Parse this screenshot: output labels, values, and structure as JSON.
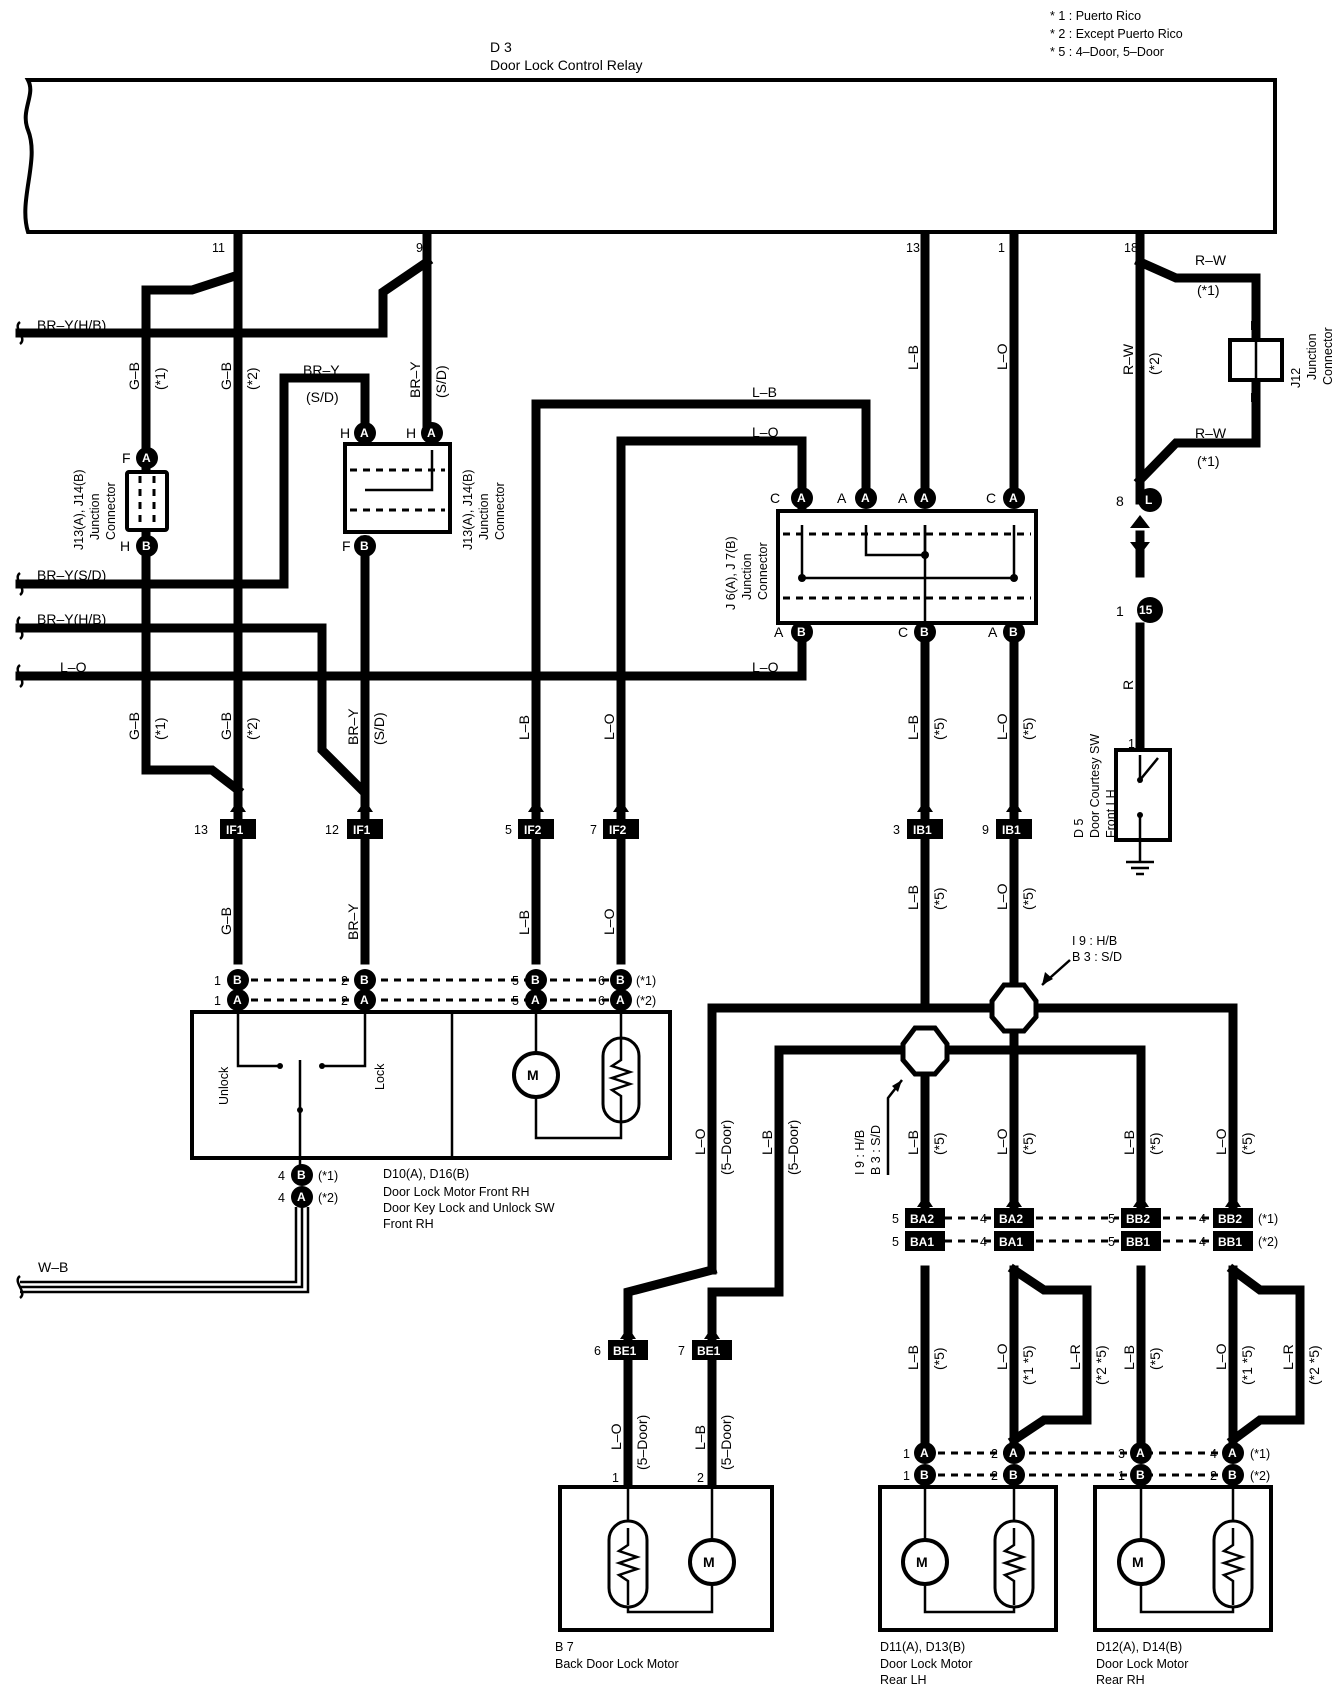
{
  "notes": [
    "* 1 : Puerto Rico",
    "* 2 : Except Puerto Rico",
    "* 5 : 4–Door,  5–Door"
  ],
  "relay": {
    "id": "D 3",
    "name": "Door Lock Control Relay"
  },
  "relay_pins": {
    "p11": "11",
    "p9": "9",
    "p13": "13",
    "p1": "1",
    "p18": "18"
  },
  "wires": {
    "bry_hb": "BR–Y(H/B)",
    "bry_sd": "BR–Y(S/D)",
    "bry": "BR–Y",
    "sd": "(S/D)",
    "lo": "L–O",
    "lb": "L–B",
    "gb": "G–B",
    "rw": "R–W",
    "r": "R",
    "wb": "W–B",
    "lr": "L–R",
    "n1": "(*1)",
    "n2": "(*2)",
    "n5": "(*5)",
    "n15": "(*1 *5)",
    "n25": "(*2 *5)",
    "door5": "(5–Door)"
  },
  "jc_j13": {
    "line1": "J13(A), J14(B)",
    "line2": "Junction",
    "line3": "Connector"
  },
  "jc_j6": {
    "line1": "J 6(A), J 7(B)",
    "line2": "Junction",
    "line3": "Connector"
  },
  "jc_j12": {
    "id": "J12",
    "line2": "Junction",
    "line3": "Connector"
  },
  "d5": {
    "id": "D 5",
    "line1": "Door Courtesy SW",
    "line2": "Front LH"
  },
  "d10": {
    "id": "D10(A), D16(B)",
    "line1": "Door Lock Motor Front RH",
    "line2": "Door Key Lock and Unlock SW",
    "line3": "Front RH",
    "unlock": "Unlock",
    "lock": "Lock"
  },
  "b7": {
    "id": "B 7",
    "name": "Back Door Lock Motor"
  },
  "d11": {
    "id": "D11(A), D13(B)",
    "line1": "Door Lock Motor",
    "line2": "Rear LH"
  },
  "d12": {
    "id": "D12(A), D14(B)",
    "line1": "Door Lock Motor",
    "line2": "Rear RH"
  },
  "splices": {
    "upper": [
      "I 9 : H/B",
      "B 3 : S/D"
    ],
    "lower": [
      "I 9 : H/B",
      "B 3 : S/D"
    ]
  },
  "connectors": {
    "IF1": "IF1",
    "IF2": "IF2",
    "IB1": "IB1",
    "BA2": "BA2",
    "BA1": "BA1",
    "BB2": "BB2",
    "BB1": "BB1",
    "BE1": "BE1"
  },
  "letters": {
    "A": "A",
    "B": "B",
    "C": "C",
    "F": "F",
    "H": "H",
    "L": "L",
    "M": "M",
    "nine": "9",
    "eight": "8",
    "fifteen": "15",
    "one": "1"
  }
}
